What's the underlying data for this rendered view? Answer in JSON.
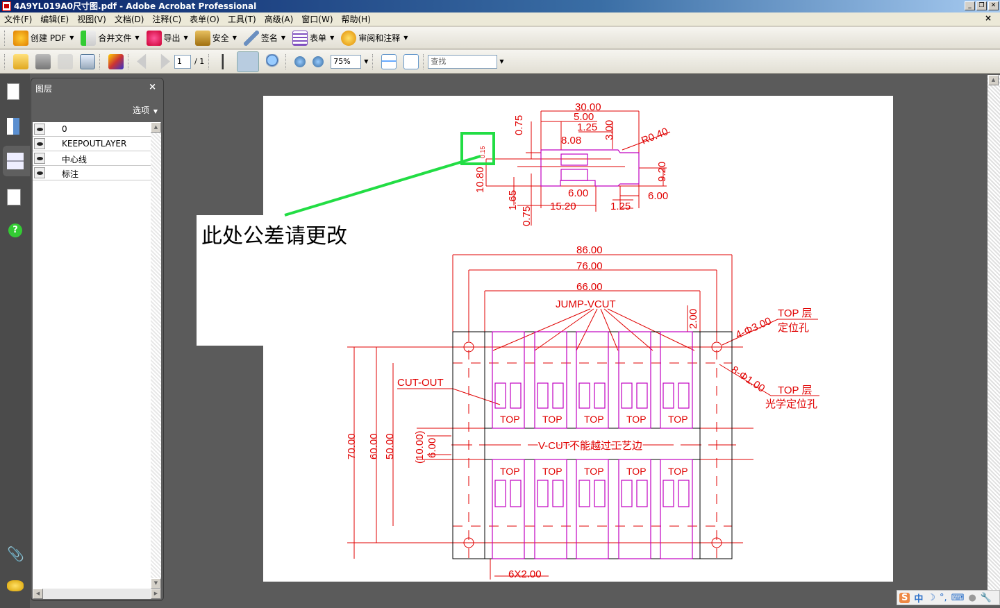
{
  "window": {
    "title": "4A9YL019A0尺寸图.pdf - Adobe Acrobat Professional"
  },
  "menu": [
    "文件(F)",
    "编辑(E)",
    "视图(V)",
    "文档(D)",
    "注释(C)",
    "表单(O)",
    "工具(T)",
    "高级(A)",
    "窗口(W)",
    "帮助(H)"
  ],
  "toolbar1": {
    "create_pdf": "创建 PDF",
    "combine": "合并文件",
    "export": "导出",
    "secure": "安全",
    "sign": "签名",
    "forms": "表单",
    "review": "审阅和注释"
  },
  "toolbar2": {
    "page_current": "1",
    "page_total": "/ 1",
    "zoom": "75%",
    "search_placeholder": "查找"
  },
  "layers_panel": {
    "title": "图层",
    "options": "选项",
    "layers": [
      "0",
      "KEEPOUTLAYER",
      "中心线",
      "标注"
    ]
  },
  "comment": {
    "text": "此处公差请更改"
  },
  "drawing": {
    "top": {
      "d1": "30.00",
      "d2": "5.00",
      "d3": "1.25",
      "d4": "8.08",
      "d5": "0.75",
      "d6": "3.00",
      "d7": "R0.40",
      "d8": "0.15",
      "d9": "10.80",
      "d10": "9.20",
      "d11": "1.65",
      "d12": "0.75",
      "d13": "6.00",
      "d14": "6.00",
      "d15": "15.20",
      "d16": "1.25"
    },
    "bottom": {
      "w86": "86.00",
      "w76": "76.00",
      "w66": "66.00",
      "jump": "JUMP-VCUT",
      "h2": "2.00",
      "hole1": "4-Φ3.00",
      "hole1_a": "TOP 层",
      "hole1_b": "定位孔",
      "hole2": "8-Φ1.00",
      "hole2_a": "TOP 层",
      "hole2_b": "光学定位孔",
      "cutout": "CUT-OUT",
      "vcut": "V-CUT不能越过工艺边",
      "h70": "70.00",
      "h60": "60.00",
      "h50": "50.00",
      "h10": "(10.00)",
      "h6": "6.00",
      "pitch": "6X2.00",
      "top_label": "TOP"
    }
  },
  "colors": {
    "dim": "#e00000",
    "outline": "#c000c0",
    "highlight": "#22dd44"
  }
}
